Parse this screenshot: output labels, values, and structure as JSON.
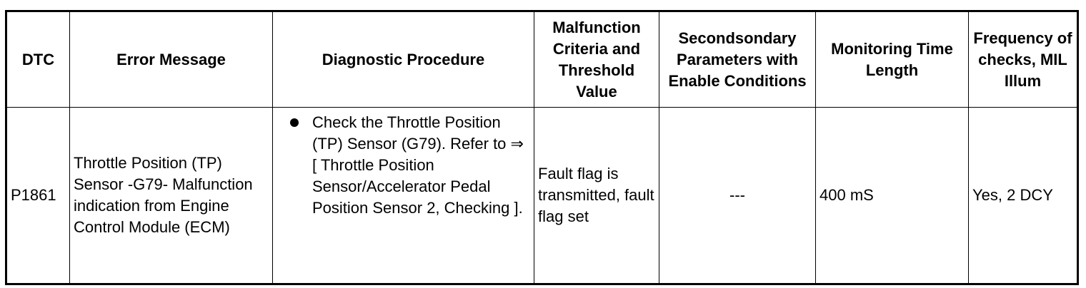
{
  "headers": {
    "dtc": "DTC",
    "error_message": "Error Message",
    "diagnostic_procedure": "Diagnostic Procedure",
    "malfunction_criteria": "Malfunction Criteria and Threshold Value",
    "secondary_parameters": "Secondsondary Parameters with Enable Conditions",
    "monitoring_time": "Monitoring Time Length",
    "frequency": "Frequency of checks, MIL Illum"
  },
  "row": {
    "dtc": "P1861",
    "error_message": "Throttle Position (TP) Sensor -G79- Malfunction indication from Engine Control Module (ECM)",
    "diagnostic_procedure": "Check the Throttle Position (TP) Sensor (G79). Refer to ⇒ [ Throttle Position Sensor/Accelerator Pedal Position Sensor 2, Checking ].",
    "malfunction_criteria": "Fault flag is transmitted, fault flag set",
    "secondary_parameters": "---",
    "monitoring_time": "400 mS",
    "frequency": "Yes, 2 DCY"
  }
}
